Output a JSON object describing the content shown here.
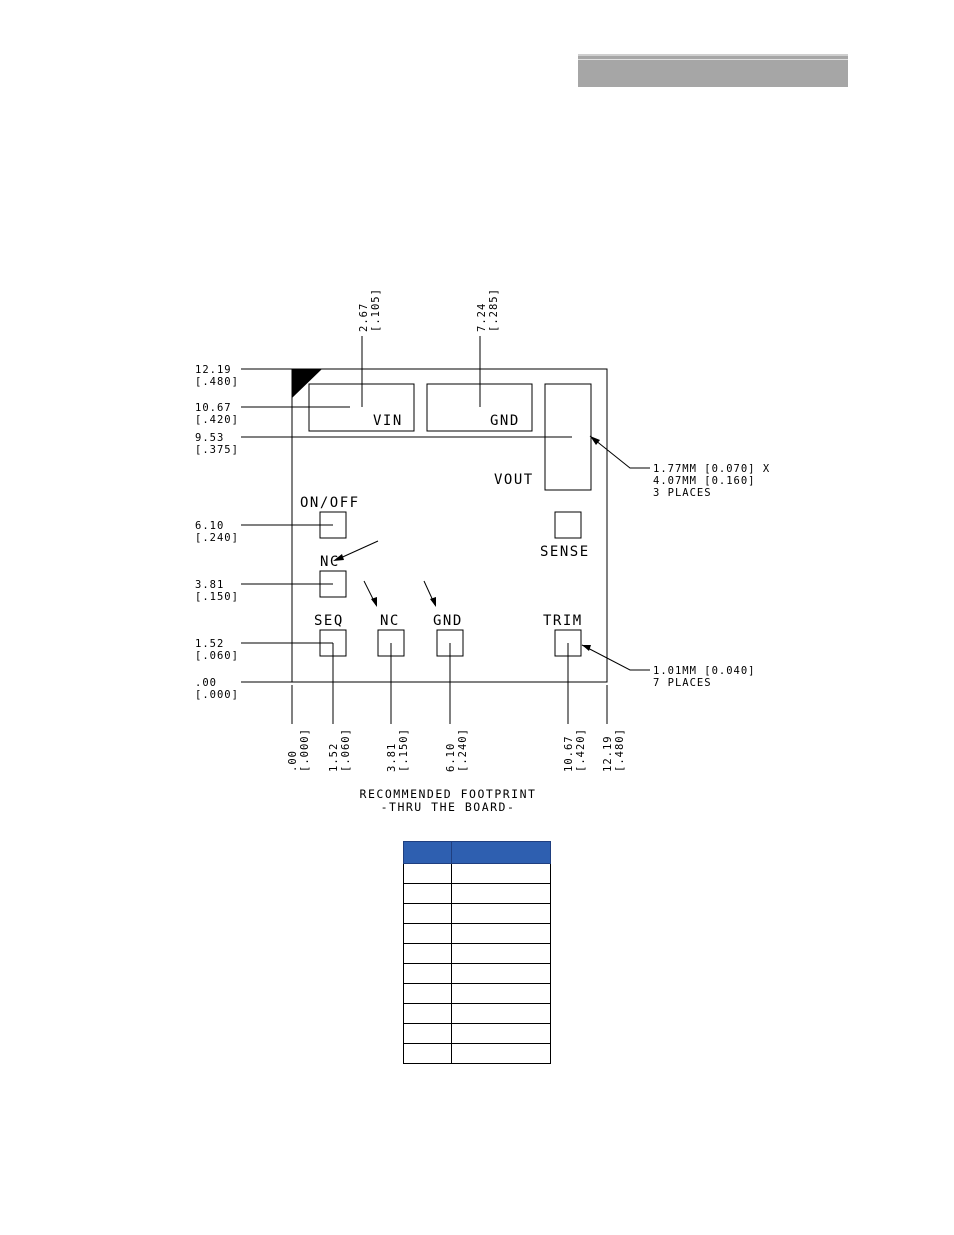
{
  "drawing": {
    "pin_labels": {
      "vin": "VIN",
      "gnd_top": "GND",
      "vout": "VOUT",
      "on_off": "ON/OFF",
      "sense": "SENSE",
      "nc_left": "NC",
      "seq": "SEQ",
      "nc_bottom": "NC",
      "gnd_bottom": "GND",
      "trim": "TRIM"
    },
    "left_dims": [
      {
        "mm": "12.19",
        "in": "[.480]"
      },
      {
        "mm": "10.67",
        "in": "[.420]"
      },
      {
        "mm": "9.53",
        "in": "[.375]"
      },
      {
        "mm": "6.10",
        "in": "[.240]"
      },
      {
        "mm": "3.81",
        "in": "[.150]"
      },
      {
        "mm": "1.52",
        "in": "[.060]"
      },
      {
        "mm": ".00",
        "in": "[.000]"
      }
    ],
    "top_dims": [
      {
        "mm": "2.67",
        "in": "[.105]"
      },
      {
        "mm": "7.24",
        "in": "[.285]"
      }
    ],
    "bottom_dims": [
      {
        "mm": ".00",
        "in": "[.000]"
      },
      {
        "mm": "1.52",
        "in": "[.060]"
      },
      {
        "mm": "3.81",
        "in": "[.150]"
      },
      {
        "mm": "6.10",
        "in": "[.240]"
      },
      {
        "mm": "10.67",
        "in": "[.420]"
      },
      {
        "mm": "12.19",
        "in": "[.480]"
      }
    ],
    "note_large": [
      "1.77MM [0.070] X",
      "4.07MM [0.160]",
      "3 PLACES"
    ],
    "note_small": [
      "1.01MM [0.040]",
      "7 PLACES"
    ],
    "caption": [
      "RECOMMENDED FOOTPRINT",
      "-THRU THE BOARD-"
    ]
  },
  "table": {
    "headers": [
      "",
      ""
    ],
    "rows": [
      [
        "",
        ""
      ],
      [
        "",
        ""
      ],
      [
        "",
        ""
      ],
      [
        "",
        ""
      ],
      [
        "",
        ""
      ],
      [
        "",
        ""
      ],
      [
        "",
        ""
      ],
      [
        "",
        ""
      ],
      [
        "",
        ""
      ],
      [
        "",
        ""
      ]
    ]
  }
}
